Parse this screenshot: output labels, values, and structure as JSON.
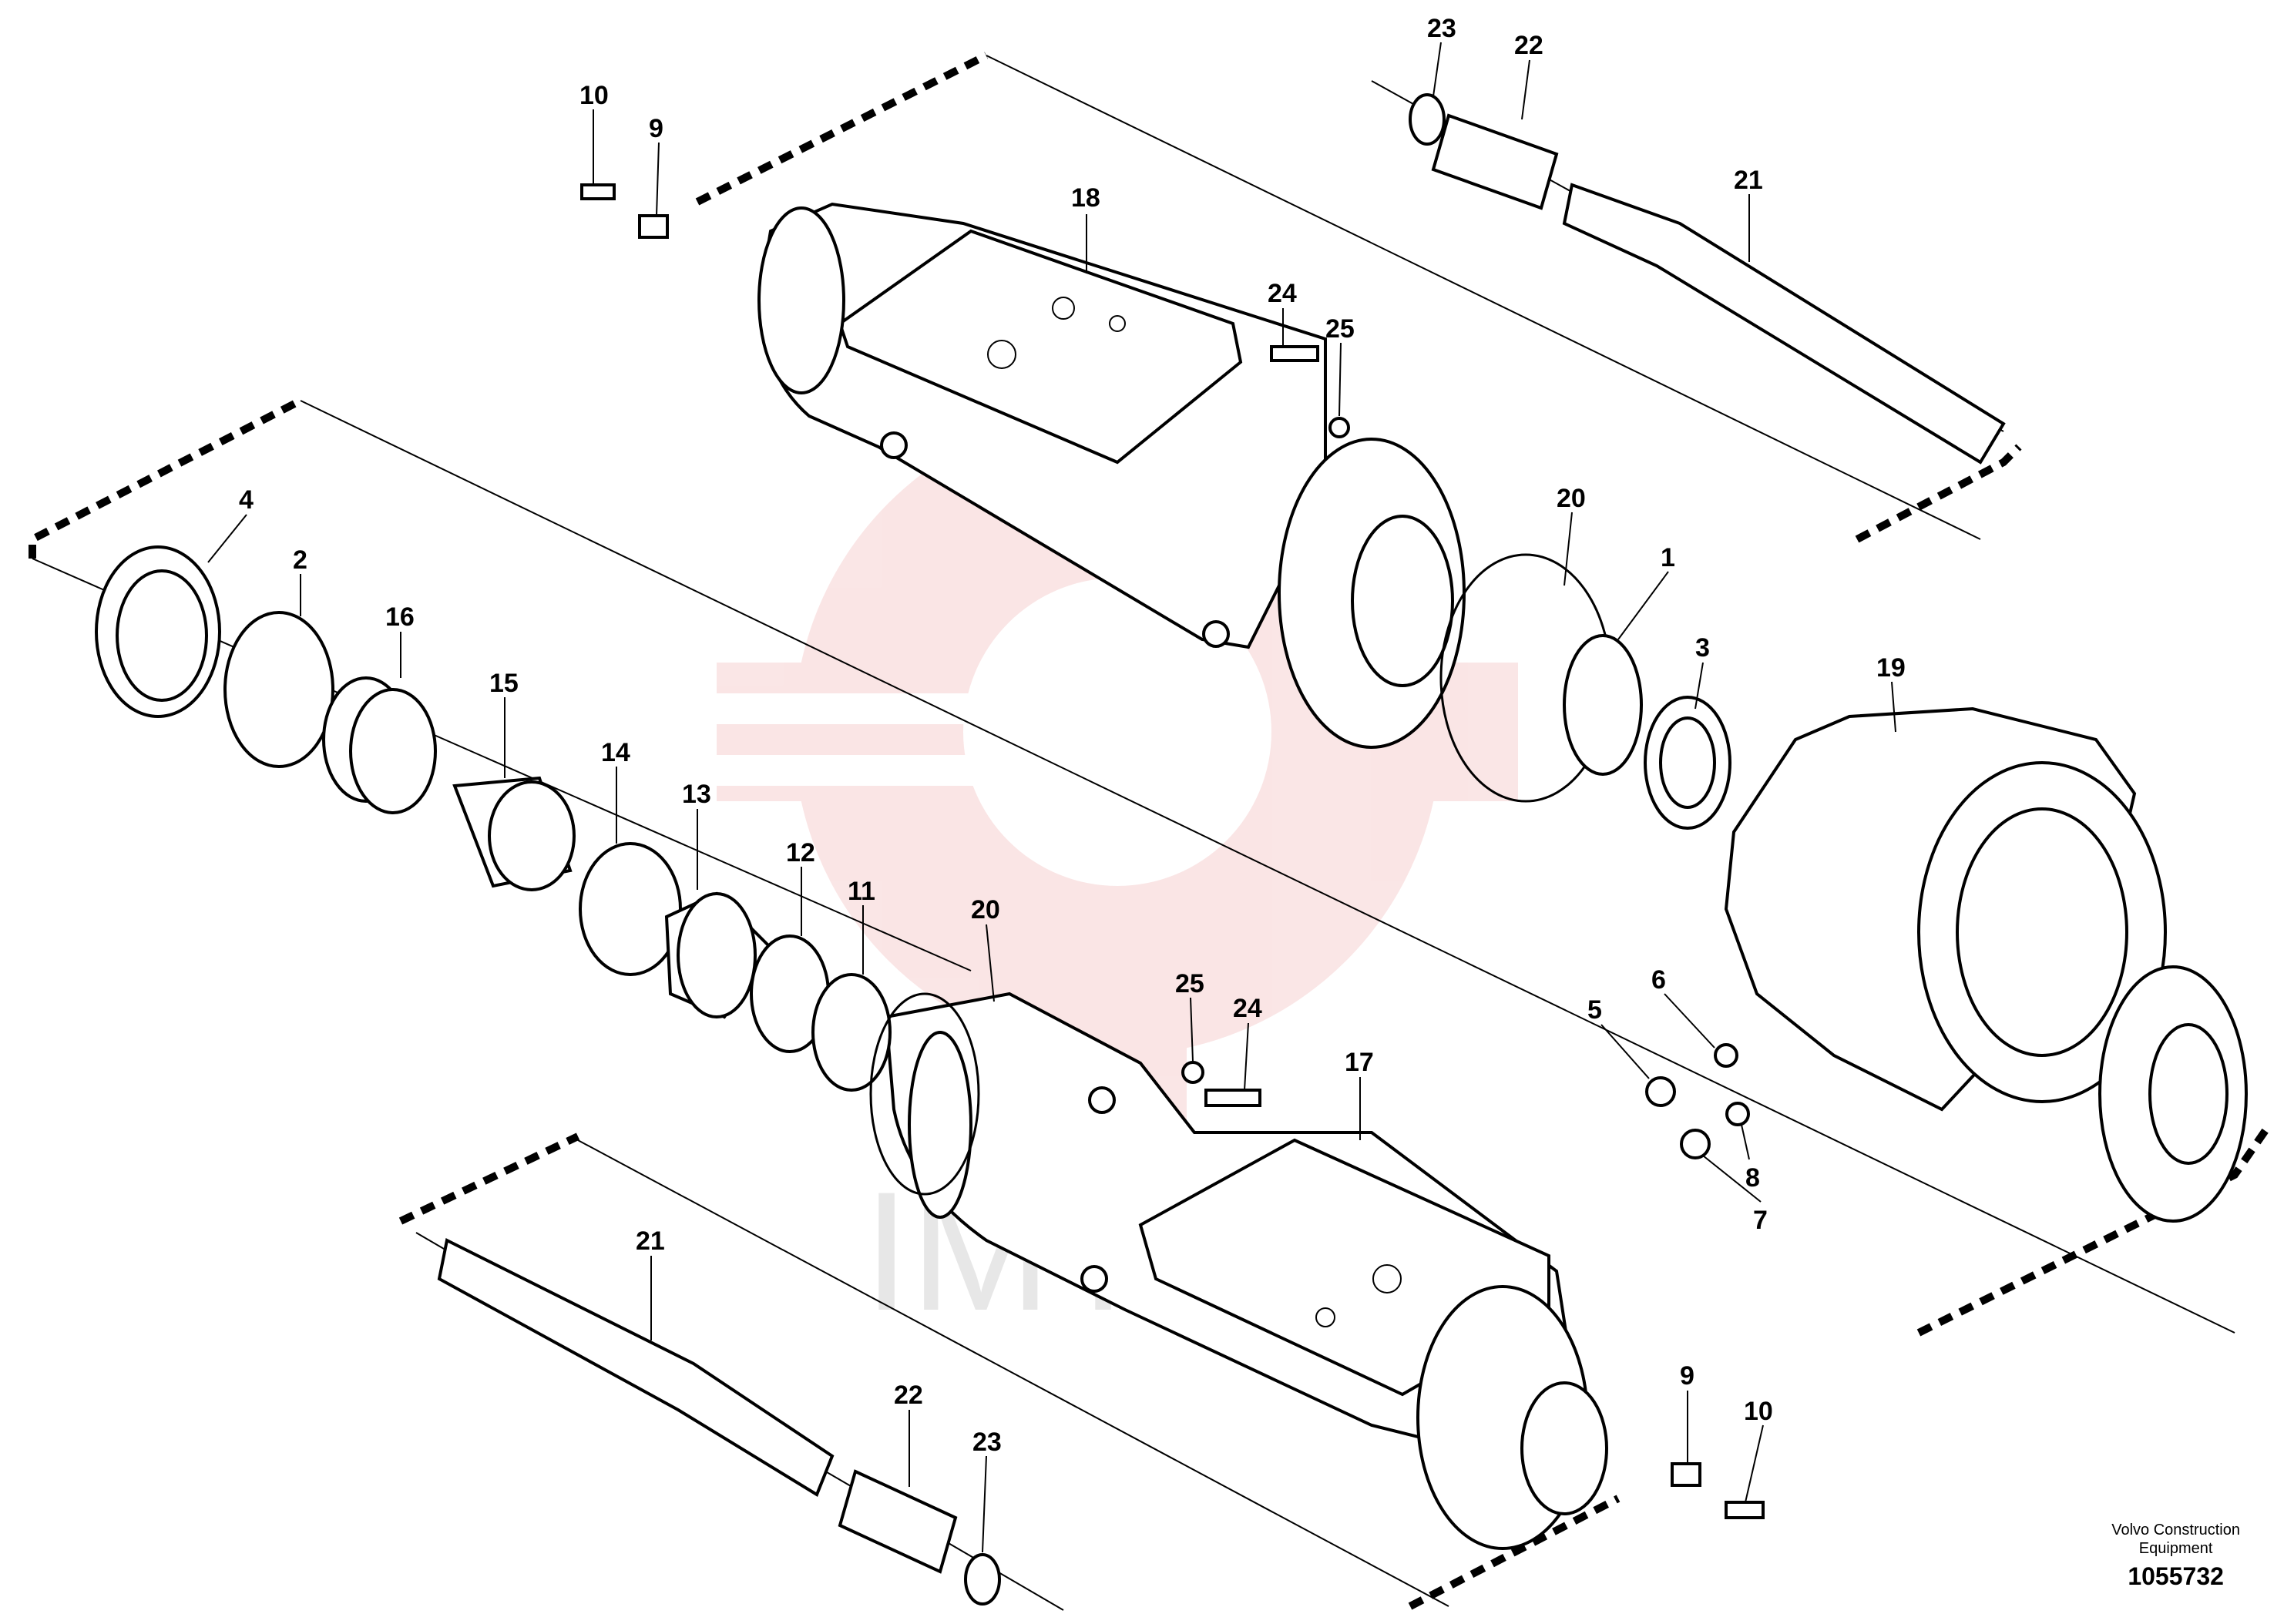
{
  "diagram": {
    "callouts": [
      {
        "id": "c-top-10",
        "label": "10"
      },
      {
        "id": "c-top-9",
        "label": "9"
      },
      {
        "id": "c-top-18",
        "label": "18"
      },
      {
        "id": "c-top-24",
        "label": "24"
      },
      {
        "id": "c-top-25",
        "label": "25"
      },
      {
        "id": "c-top-23",
        "label": "23"
      },
      {
        "id": "c-top-22",
        "label": "22"
      },
      {
        "id": "c-top-21",
        "label": "21"
      },
      {
        "id": "c-20a",
        "label": "20"
      },
      {
        "id": "c-1",
        "label": "1"
      },
      {
        "id": "c-3",
        "label": "3"
      },
      {
        "id": "c-19",
        "label": "19"
      },
      {
        "id": "c-4",
        "label": "4"
      },
      {
        "id": "c-2",
        "label": "2"
      },
      {
        "id": "c-16",
        "label": "16"
      },
      {
        "id": "c-15",
        "label": "15"
      },
      {
        "id": "c-14",
        "label": "14"
      },
      {
        "id": "c-13",
        "label": "13"
      },
      {
        "id": "c-12",
        "label": "12"
      },
      {
        "id": "c-11",
        "label": "11"
      },
      {
        "id": "c-20b",
        "label": "20"
      },
      {
        "id": "c-bot-25",
        "label": "25"
      },
      {
        "id": "c-bot-24",
        "label": "24"
      },
      {
        "id": "c-17",
        "label": "17"
      },
      {
        "id": "c-6",
        "label": "6"
      },
      {
        "id": "c-5",
        "label": "5"
      },
      {
        "id": "c-8",
        "label": "8"
      },
      {
        "id": "c-7",
        "label": "7"
      },
      {
        "id": "c-bot-21",
        "label": "21"
      },
      {
        "id": "c-bot-22",
        "label": "22"
      },
      {
        "id": "c-bot-23",
        "label": "23"
      },
      {
        "id": "c-bot-9",
        "label": "9"
      },
      {
        "id": "c-bot-10",
        "label": "10"
      }
    ]
  },
  "watermark": {
    "text": "IMTEX",
    "color": "#e8a0a0"
  },
  "footer": {
    "brand_line1": "Volvo Construction",
    "brand_line2": "Equipment",
    "reference": "1055732"
  }
}
